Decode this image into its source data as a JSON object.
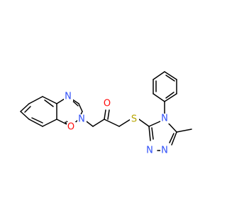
{
  "colors": {
    "bond": "#000000",
    "carbon": "#000000",
    "nitrogen": "#3050f8",
    "oxygen": "#ff0d0d",
    "sulfur": "#b8a600",
    "background": "#ffffff"
  },
  "atoms": [
    {
      "id": "N_qa",
      "element": "N",
      "label": "N",
      "color": "nitrogen"
    },
    {
      "id": "N_qb",
      "element": "N",
      "label": "N",
      "color": "nitrogen"
    },
    {
      "id": "O_q",
      "element": "O",
      "label": "O",
      "color": "oxygen"
    },
    {
      "id": "O_k",
      "element": "O",
      "label": "O",
      "color": "oxygen"
    },
    {
      "id": "S",
      "element": "S",
      "label": "S",
      "color": "sulfur"
    },
    {
      "id": "N_t4",
      "element": "N",
      "label": "N",
      "color": "nitrogen"
    },
    {
      "id": "N_t1",
      "element": "N",
      "label": "N",
      "color": "nitrogen"
    },
    {
      "id": "N_t2",
      "element": "N",
      "label": "N",
      "color": "nitrogen"
    }
  ]
}
